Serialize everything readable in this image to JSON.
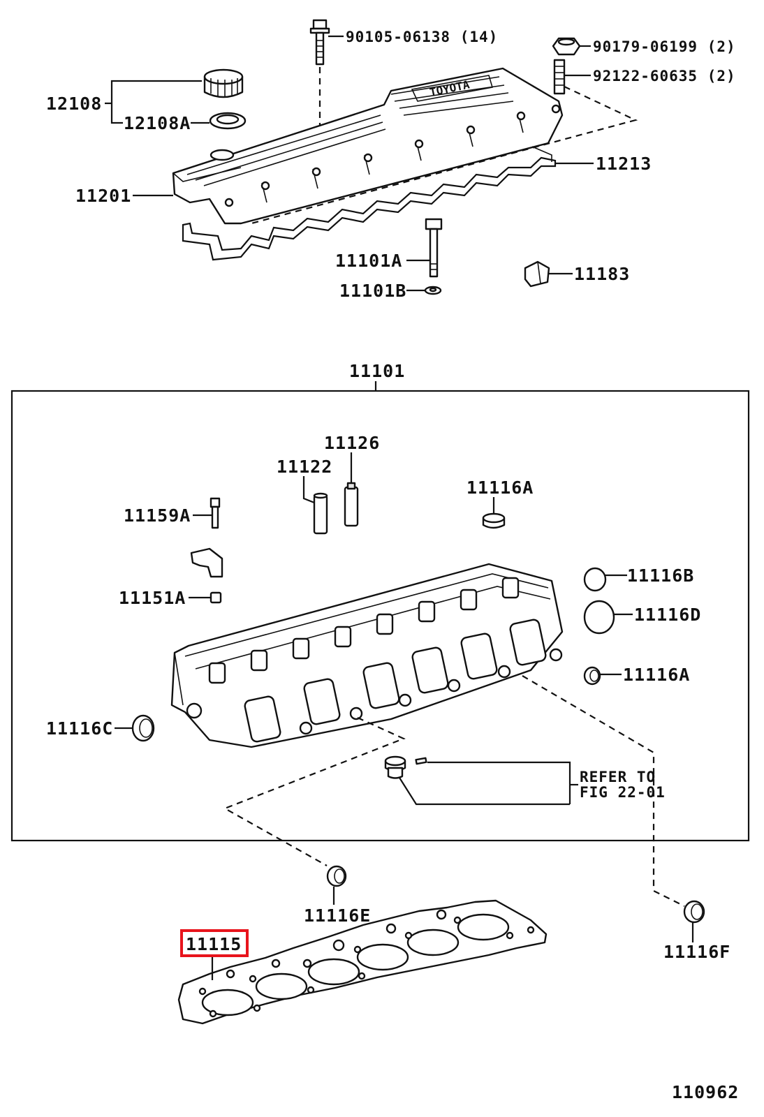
{
  "labels": {
    "p90105": "90105-06138 (14)",
    "p90179": "90179-06199 (2)",
    "p92122": "92122-60635 (2)",
    "p12108": "12108",
    "p12108a": "12108A",
    "p11213": "11213",
    "p11201": "11201",
    "p11101a": "11101A",
    "p11101b": "11101B",
    "p11183": "11183",
    "p11101": "11101",
    "p11126": "11126",
    "p11122": "11122",
    "p11116a_top": "11116A",
    "p11159a": "11159A",
    "p11116b": "11116B",
    "p11151a": "11151A",
    "p11116d": "11116D",
    "p11116a_right": "11116A",
    "p11116c": "11116C",
    "refer_line1": "REFER TO",
    "refer_line2": "FIG 22-01",
    "p11116e": "11116E",
    "p11115": "11115",
    "p11116f": "11116F",
    "diagram_id": "110962"
  },
  "highlighted_part": "11115",
  "colors": {
    "highlight": "#e8141c",
    "ink": "#111111"
  }
}
